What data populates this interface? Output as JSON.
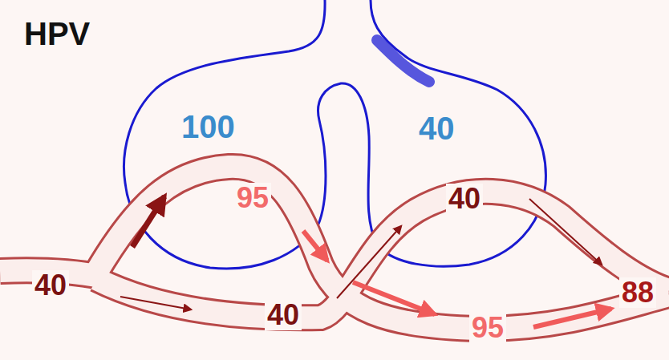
{
  "diagram": {
    "title": "HPV",
    "nodes": [
      {
        "text": [
          "100"
        ]
      },
      {
        "text": [
          "40"
        ]
      }
    ],
    "labels": [
      "40",
      "95",
      "40",
      "40",
      "95",
      "88"
    ]
  }
}
